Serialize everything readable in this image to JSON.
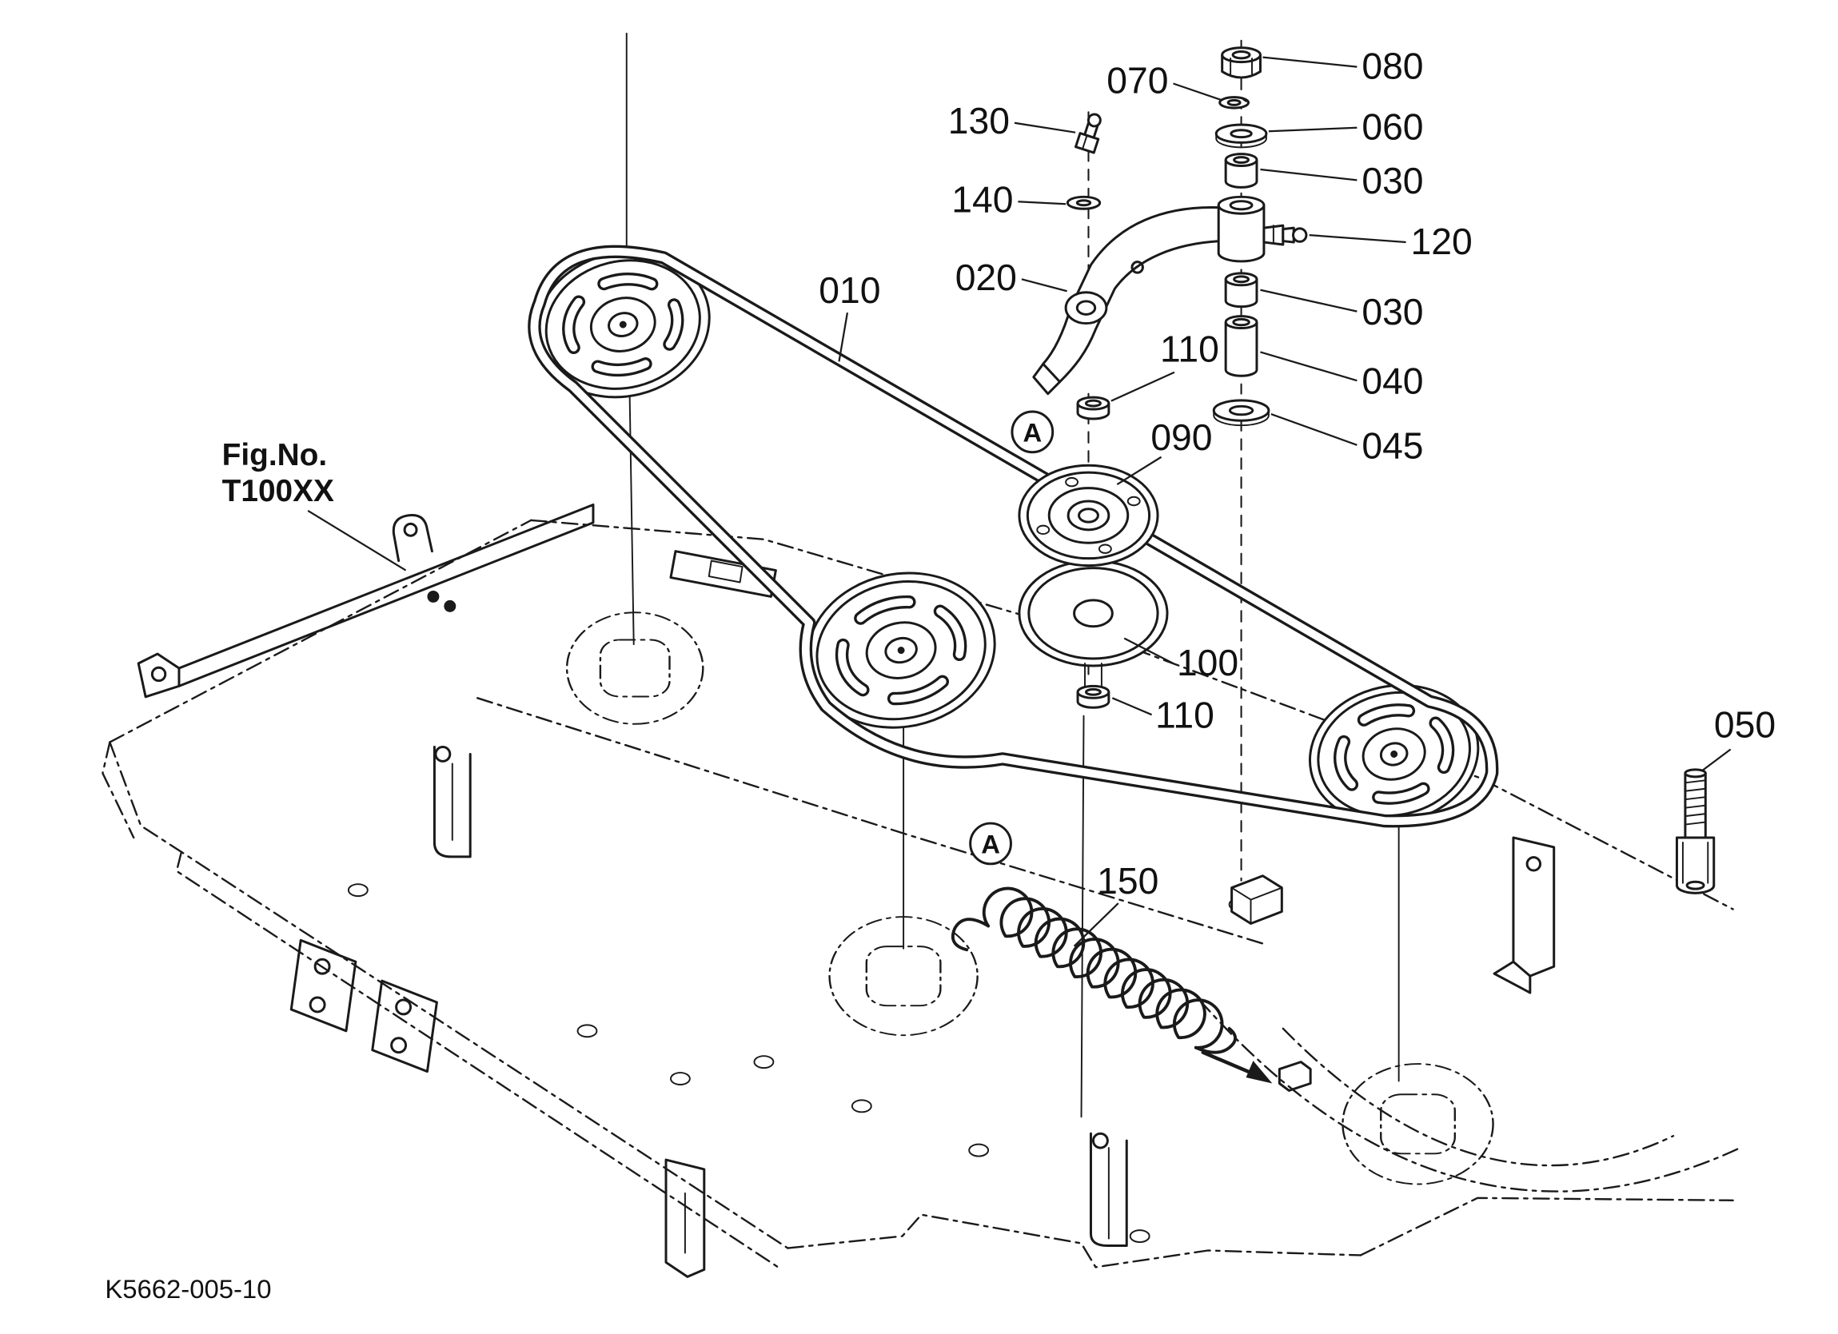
{
  "figure": {
    "fig_label": "Fig.No.",
    "fig_number": "T100XX",
    "drawing_number": "K5662-005-10"
  },
  "detail_markers": [
    {
      "label": "A"
    },
    {
      "label": "A"
    }
  ],
  "callouts": [
    {
      "label": "010"
    },
    {
      "label": "020"
    },
    {
      "label": "030"
    },
    {
      "label": "030"
    },
    {
      "label": "040"
    },
    {
      "label": "045"
    },
    {
      "label": "050"
    },
    {
      "label": "060"
    },
    {
      "label": "070"
    },
    {
      "label": "080"
    },
    {
      "label": "090"
    },
    {
      "label": "100"
    },
    {
      "label": "110"
    },
    {
      "label": "110"
    },
    {
      "label": "120"
    },
    {
      "label": "130"
    },
    {
      "label": "140"
    },
    {
      "label": "150"
    }
  ],
  "colors": {
    "line": "#1a1a1a",
    "background": "#ffffff"
  }
}
